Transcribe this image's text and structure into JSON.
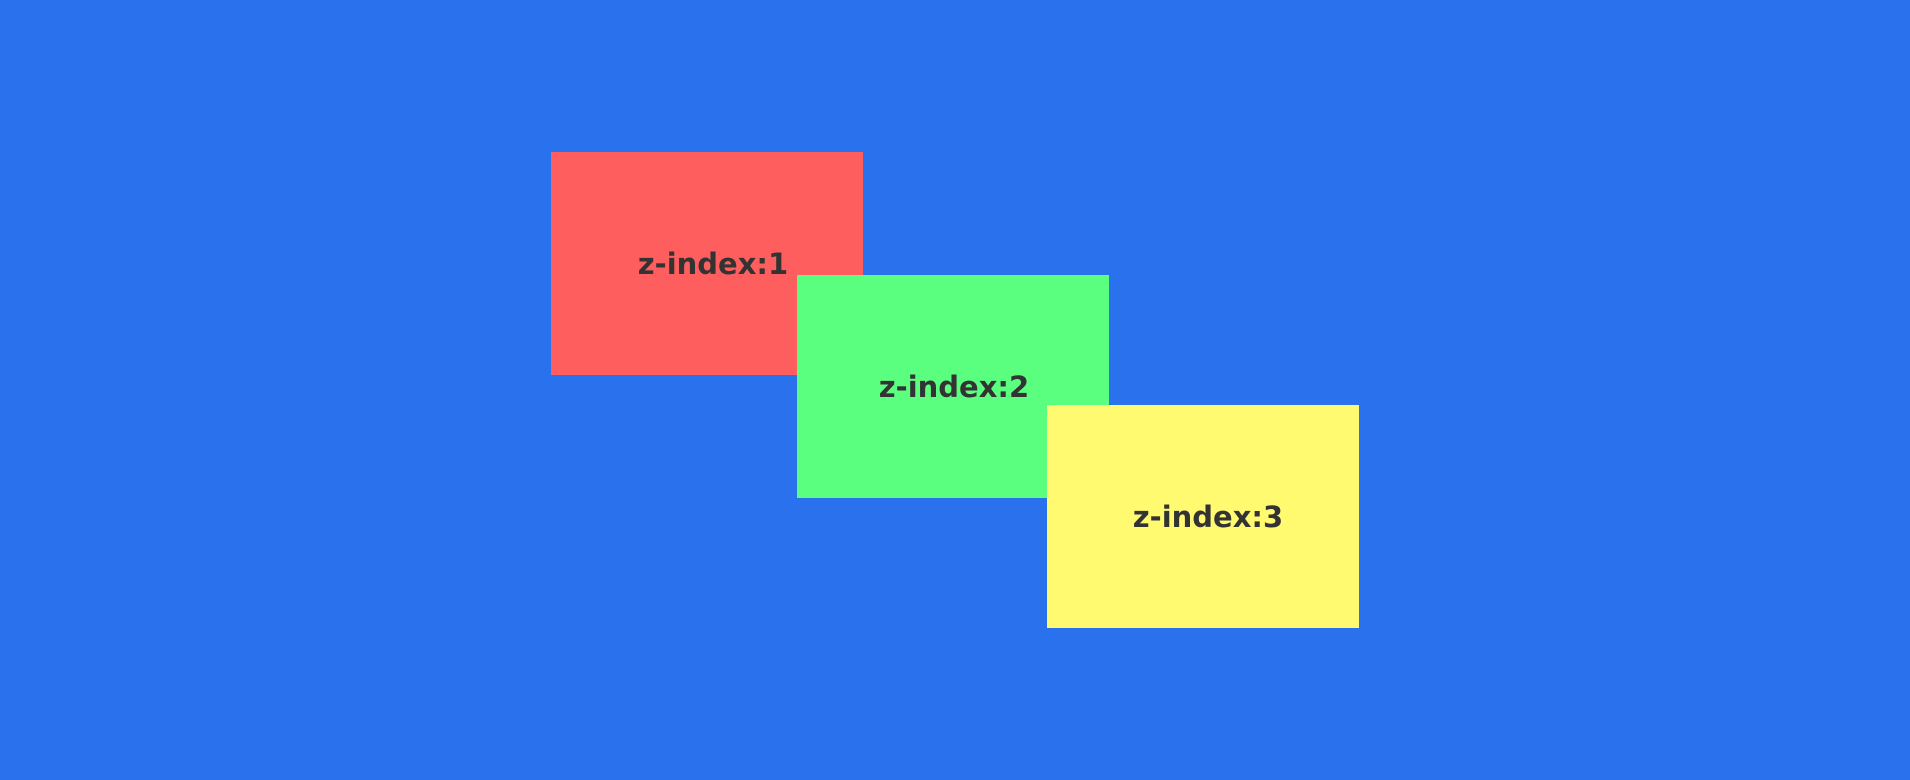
{
  "background_color": "#2a71ee",
  "boxes": [
    {
      "label": "z-index:1",
      "color": "#ff5e5e",
      "stack_order": 1
    },
    {
      "label": "z-index:2",
      "color": "#5aff80",
      "stack_order": 2
    },
    {
      "label": "z-index:3",
      "color": "#fffa70",
      "stack_order": 3
    }
  ]
}
